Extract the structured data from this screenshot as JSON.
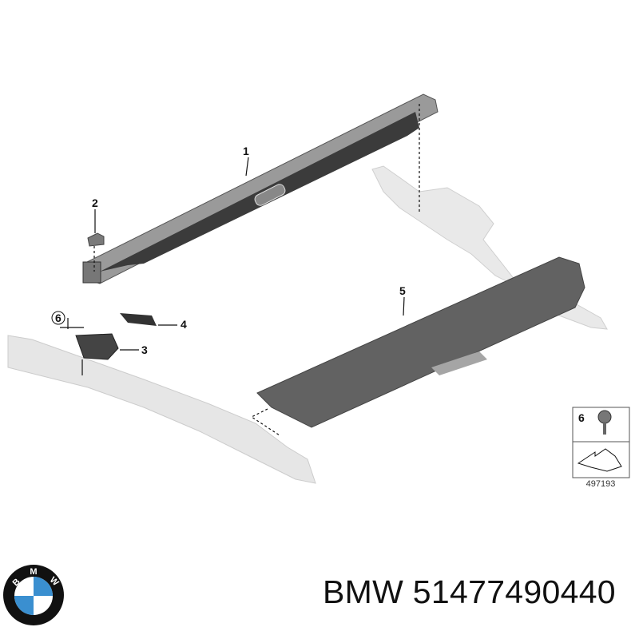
{
  "diagram": {
    "part_labels": [
      "1",
      "2",
      "3",
      "4",
      "5",
      "6"
    ],
    "legend_box": {
      "item_number": "6",
      "reference_number": "497193"
    }
  },
  "caption": {
    "brand": "BMW",
    "part_number": "51477490440",
    "text": "BMW 51477490440"
  },
  "logo": {
    "lettering": "BMW",
    "colors": {
      "ring": "#111111",
      "blue": "#3a8fd0",
      "white": "#ffffff"
    }
  }
}
